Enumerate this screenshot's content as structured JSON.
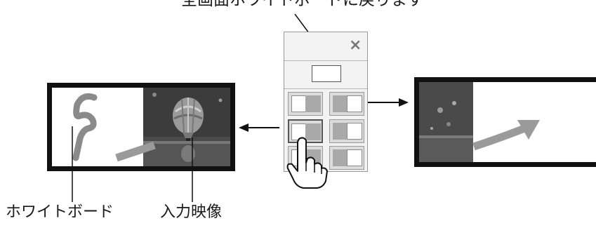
{
  "callout_top": {
    "text": "全画面ホワイトボードに戻ります"
  },
  "labels": {
    "whiteboard": "ホワイトボード",
    "input_video": "入力映像"
  },
  "panel": {
    "close_glyph": "×"
  },
  "icons": {
    "hand": "pointing-hand-icon",
    "close": "close-icon"
  },
  "colors": {
    "frame": "#111111",
    "arrow": "#111111",
    "scribble": "#8a8a8a"
  }
}
